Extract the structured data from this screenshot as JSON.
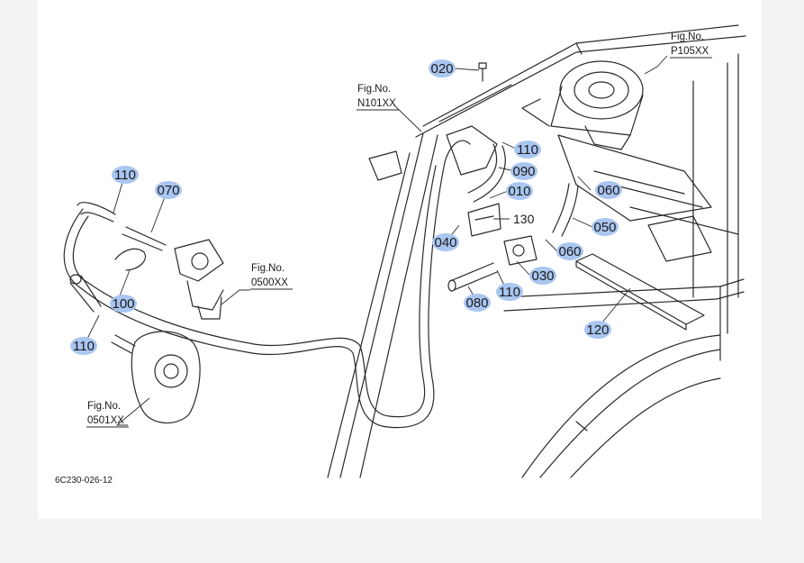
{
  "diagram": {
    "drawing_code": "6C230-026-12",
    "badge_color": "#a9c6f0",
    "part_callouts": [
      {
        "id": "c020",
        "label": "020"
      },
      {
        "id": "c110a",
        "label": "110"
      },
      {
        "id": "c090",
        "label": "090"
      },
      {
        "id": "c010",
        "label": "010"
      },
      {
        "id": "c060a",
        "label": "060"
      },
      {
        "id": "c050",
        "label": "050"
      },
      {
        "id": "c040",
        "label": "040"
      },
      {
        "id": "c060b",
        "label": "060"
      },
      {
        "id": "c030",
        "label": "030"
      },
      {
        "id": "c110b",
        "label": "110"
      },
      {
        "id": "c080",
        "label": "080"
      },
      {
        "id": "c120",
        "label": "120"
      },
      {
        "id": "c110c",
        "label": "110"
      },
      {
        "id": "c070",
        "label": "070"
      },
      {
        "id": "c100",
        "label": "100"
      },
      {
        "id": "c110d",
        "label": "110"
      }
    ],
    "plain_callouts": [
      {
        "id": "c130",
        "label": "130"
      }
    ],
    "figure_refs": [
      {
        "id": "f105",
        "title": "Fig.No.",
        "number": "P105XX"
      },
      {
        "id": "f101",
        "title": "Fig.No.",
        "number": "N101XX"
      },
      {
        "id": "f0500",
        "title": "Fig.No.",
        "number": "0500XX"
      },
      {
        "id": "f0501",
        "title": "Fig.No.",
        "number": "0501XX"
      }
    ]
  }
}
